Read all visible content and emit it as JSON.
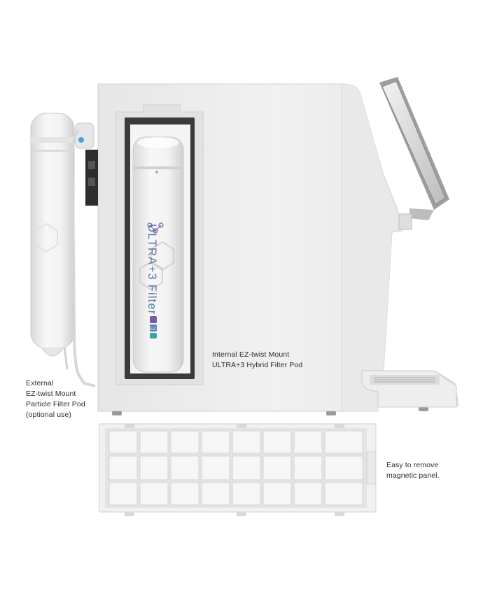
{
  "product": {
    "filter_brand_text": "ULTRA+3 Filter",
    "filter_badge_text": "EZ"
  },
  "callouts": {
    "internal": {
      "line1": "Internal EZ-twist Mount",
      "line2": "ULTRA+3 Hybrid Filter Pod"
    },
    "external": {
      "line1": "External",
      "line2": "EZ-twist Mount",
      "line3": "Particle Filter Pod",
      "line4": "(optional use)"
    },
    "panel": {
      "line1": "Easy to remove",
      "line2": "magnetic panel."
    }
  },
  "colors": {
    "body": "#ececec",
    "body_shadow": "#d8d8d8",
    "filter_purple": "#7a5aa8",
    "filter_teal": "#3aa6a0"
  }
}
